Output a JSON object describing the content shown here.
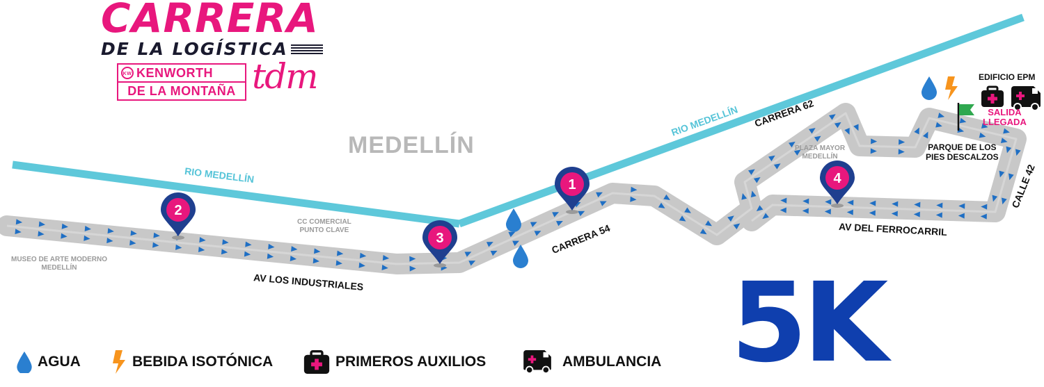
{
  "brand": {
    "title": "CARRERA",
    "subtitle": "DE LA LOGÍSTICA",
    "sponsor_line1": "KENWORTH",
    "sponsor_line2": "DE LA MONTAÑA",
    "sponsor_logo": "KW",
    "partner": "tdm"
  },
  "map": {
    "city": "MEDELLÍN",
    "rivers": [
      "RIO MEDELLÍN",
      "RIO MEDELLÍN"
    ],
    "streets": {
      "av_los_industriales": "AV LOS INDUSTRIALES",
      "carrera_54": "CARRERA 54",
      "carrera_62": "CARRERA 62",
      "av_del_ferrocarril": "AV DEL FERROCARRIL",
      "calle_42": "CALLE 42"
    },
    "places": {
      "museo": [
        "MUSEO DE ARTE MODERNO",
        "MEDELLÍN"
      ],
      "cc": [
        "CC COMERCIAL",
        "PUNTO CLAVE"
      ],
      "plaza": [
        "PLAZA MAYOR",
        "MEDELLÍN"
      ],
      "parque": [
        "PARQUE DE LOS",
        "PIES DESCALZOS"
      ]
    },
    "start_finish": [
      "SALIDA",
      "LLEGADA"
    ],
    "edificio": "EDIFICIO EPM",
    "markers": [
      "1",
      "2",
      "3",
      "4"
    ],
    "colors": {
      "route": "#c8c8c8",
      "arrow": "#1f6fc4",
      "river": "#5ec8da",
      "marker": "#1f3f8f",
      "accent": "#e8177d",
      "flag": "#2fa84f"
    }
  },
  "distance": "5K",
  "legend": [
    {
      "icon": "water-drop-icon",
      "label": "AGUA"
    },
    {
      "icon": "lightning-icon",
      "label": "BEBIDA ISOTÓNICA"
    },
    {
      "icon": "first-aid-kit-icon",
      "label": "PRIMEROS AUXILIOS"
    },
    {
      "icon": "ambulance-icon",
      "label": "AMBULANCIA"
    }
  ]
}
